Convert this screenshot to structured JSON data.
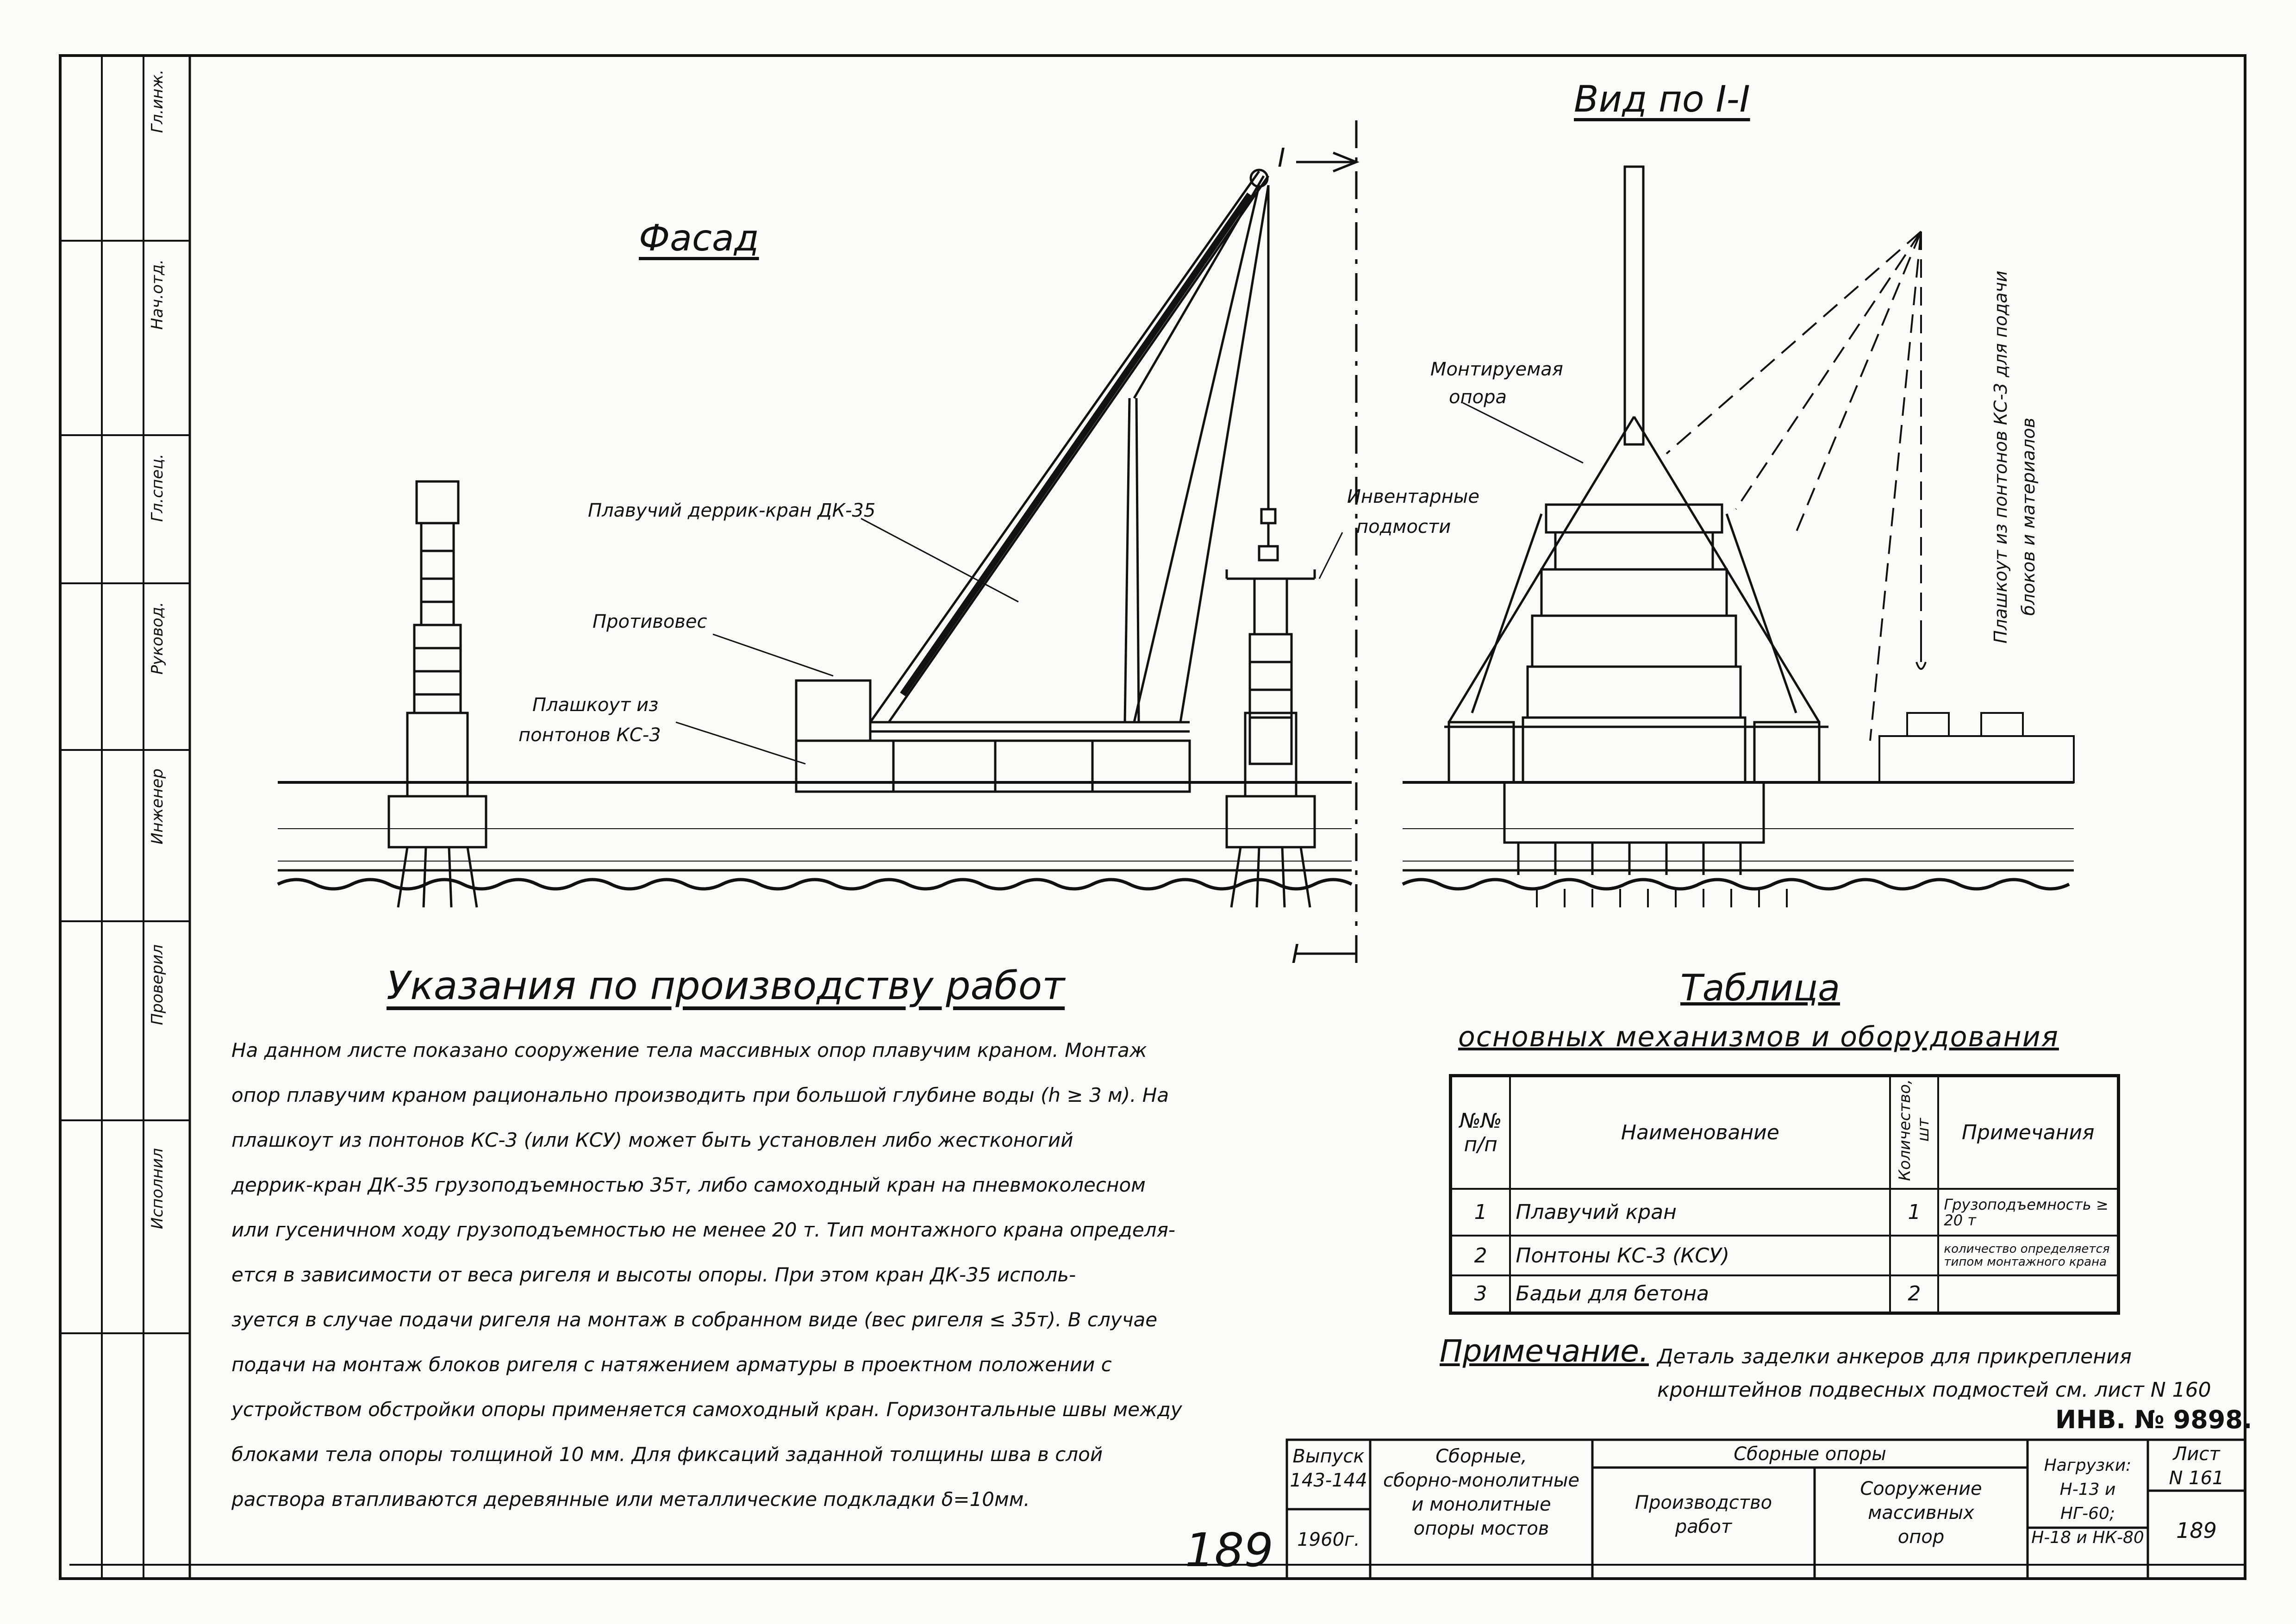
{
  "drawing": {
    "facade_title": "Фасад",
    "section_title": "Вид по I-I",
    "section_marker": "I",
    "labels": {
      "crane": "Плавучий деррик-кран ДК-35",
      "counterweight": "Противовес",
      "pontoon_line1": "Плашкоут из",
      "pontoon_line2": "понтонов КС-3",
      "support_line1": "Монтируемая",
      "support_line2": "опора",
      "scaffold_line1": "Инвентарные",
      "scaffold_line2": "подмости",
      "feed_line1": "Плашкоут из понтонов КС-3 для подачи",
      "feed_line2": "блоков и материалов"
    }
  },
  "instructions": {
    "title": "Указания по производству работ",
    "lines": [
      "На данном листе показано сооружение тела массивных опор плавучим краном. Монтаж",
      "опор плавучим краном рационально производить при большой глубине воды (h ≥ 3 м). На",
      "плашкоут из понтонов КС-3 (или КСУ) может быть установлен либо жестконогий",
      "деррик-кран ДК-35 грузоподъемностью 35т, либо самоходный кран на пневмоколесном",
      "или гусеничном ходу грузоподъемностью не менее 20 т. Тип монтажного крана определя-",
      "ется в зависимости от веса ригеля и высоты опоры. При этом кран ДК-35 исполь-",
      "зуется в случае подачи ригеля на монтаж в собранном виде (вес ригеля ≤ 35т). В случае",
      "подачи на монтаж блоков ригеля с натяжением арматуры в проектном положении с",
      "устройством обстройки опоры применяется самоходный кран. Горизонтальные швы между",
      "блоками тела опоры толщиной 10 мм. Для фиксаций заданной толщины шва в слой",
      "раствора втапливаются деревянные или металлические подкладки δ=10мм."
    ]
  },
  "table": {
    "title": "Таблица",
    "subtitle": "основных механизмов и оборудования",
    "headers": {
      "num": "№№ п/п",
      "name": "Наименование",
      "qty": "Количество, шт",
      "note": "Примечания"
    },
    "rows": [
      {
        "num": "1",
        "name": "Плавучий кран",
        "qty": "1",
        "note": "Грузоподъемность ≥ 20 т"
      },
      {
        "num": "2",
        "name": "Понтоны КС-3 (КСУ)",
        "qty": "",
        "note": "количество определяется типом монтажного крана"
      },
      {
        "num": "3",
        "name": "Бадьи для бетона",
        "qty": "2",
        "note": ""
      }
    ]
  },
  "note": {
    "label": "Примечание.",
    "line1": "Деталь заделки анкеров для прикрепления",
    "line2": "кронштейнов подвесных подмостей см. лист N 160"
  },
  "inventory": "ИНВ. № 9898.",
  "handwritten_page": "189",
  "title_block": {
    "issue_label": "Выпуск",
    "issue_value": "143-144",
    "year": "1960г.",
    "series_line1": "Сборные,",
    "series_line2": "сборно-монолитные",
    "series_line3": "и монолитные",
    "series_line4": "опоры мостов",
    "header": "Сборные опоры",
    "work_line1": "Производство",
    "work_line2": "работ",
    "struct_line1": "Сооружение",
    "struct_line2": "массивных",
    "struct_line3": "опор",
    "loads_label": "Нагрузки:",
    "loads_line1": "Н-13 и НГ-60;",
    "loads_line2": "Н-18 и НК-80",
    "sheet_label": "Лист",
    "sheet_num": "N 161",
    "sheet_page": "189"
  },
  "left_strip": [
    "Гл.инж.",
    "Нач.отд.",
    "Гл.спец.",
    "Руковод.",
    "Инженер",
    "Проверил",
    "Исполнил"
  ]
}
